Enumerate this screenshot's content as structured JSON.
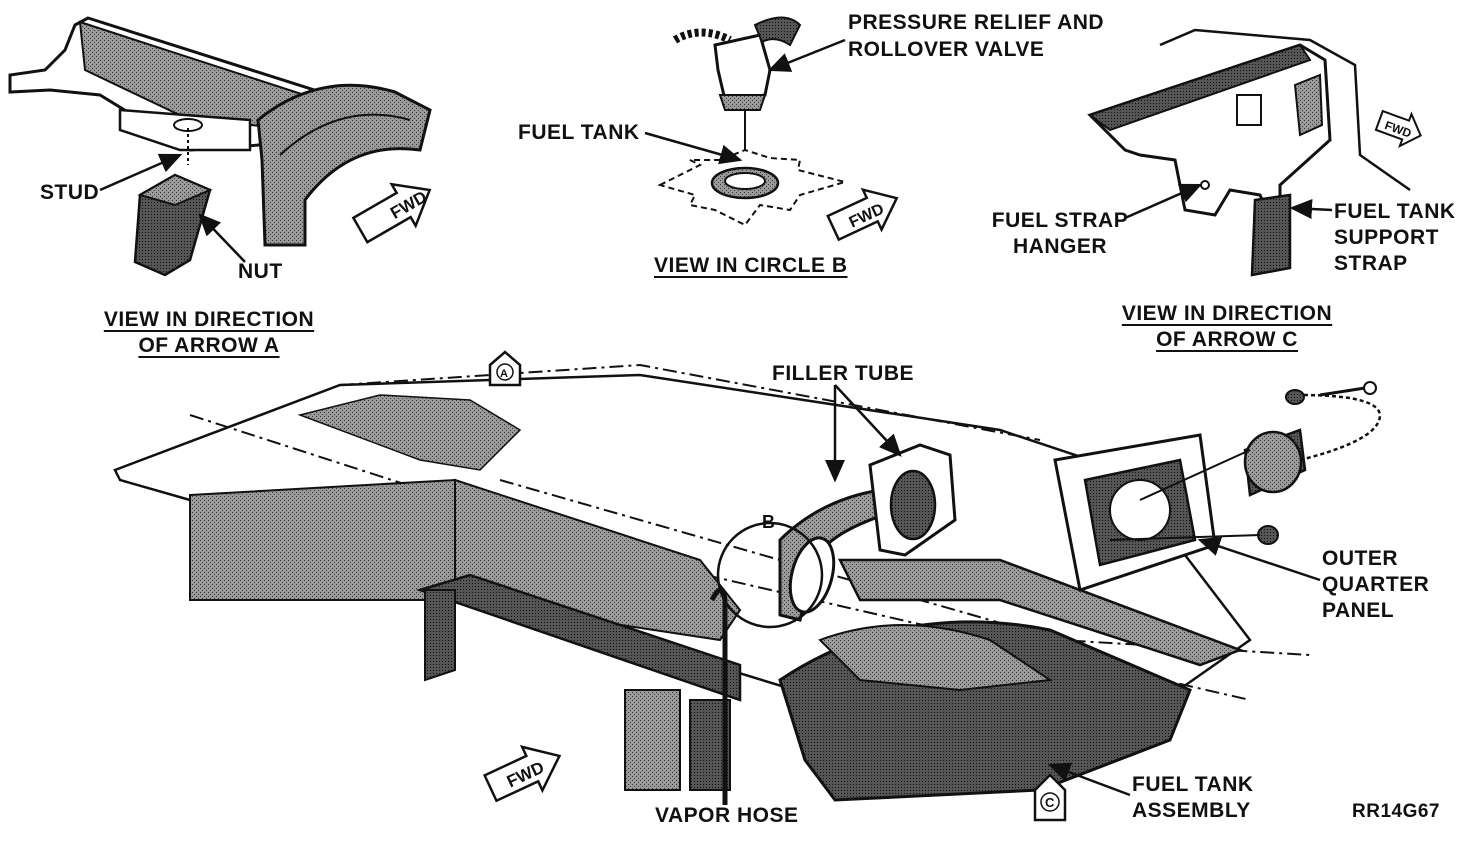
{
  "labels": {
    "stud": "STUD",
    "nut": "NUT",
    "view_arrow_a_line1": "VIEW IN DIRECTION",
    "view_arrow_a_line2": "OF ARROW A",
    "pressure_relief_line1": "PRESSURE RELIEF AND",
    "pressure_relief_line2": "ROLLOVER VALVE",
    "fuel_tank": "FUEL TANK",
    "view_circle_b": "VIEW IN CIRCLE B",
    "fuel_strap_hanger_line1": "FUEL STRAP",
    "fuel_strap_hanger_line2": "HANGER",
    "fuel_tank_support_line1": "FUEL TANK",
    "fuel_tank_support_line2": "SUPPORT",
    "fuel_tank_support_line3": "STRAP",
    "view_arrow_c_line1": "VIEW IN DIRECTION",
    "view_arrow_c_line2": "OF ARROW C",
    "filler_tube": "FILLER TUBE",
    "outer_quarter_line1": "OUTER",
    "outer_quarter_line2": "QUARTER",
    "outer_quarter_line3": "PANEL",
    "vapor_hose": "VAPOR HOSE",
    "fuel_tank_assembly_line1": "FUEL TANK",
    "fuel_tank_assembly_line2": "ASSEMBLY",
    "figure_code": "RR14G67"
  },
  "markers": {
    "fwd": "FWD",
    "circle_b": "B",
    "arrow_a": "A",
    "arrow_c": "C"
  }
}
